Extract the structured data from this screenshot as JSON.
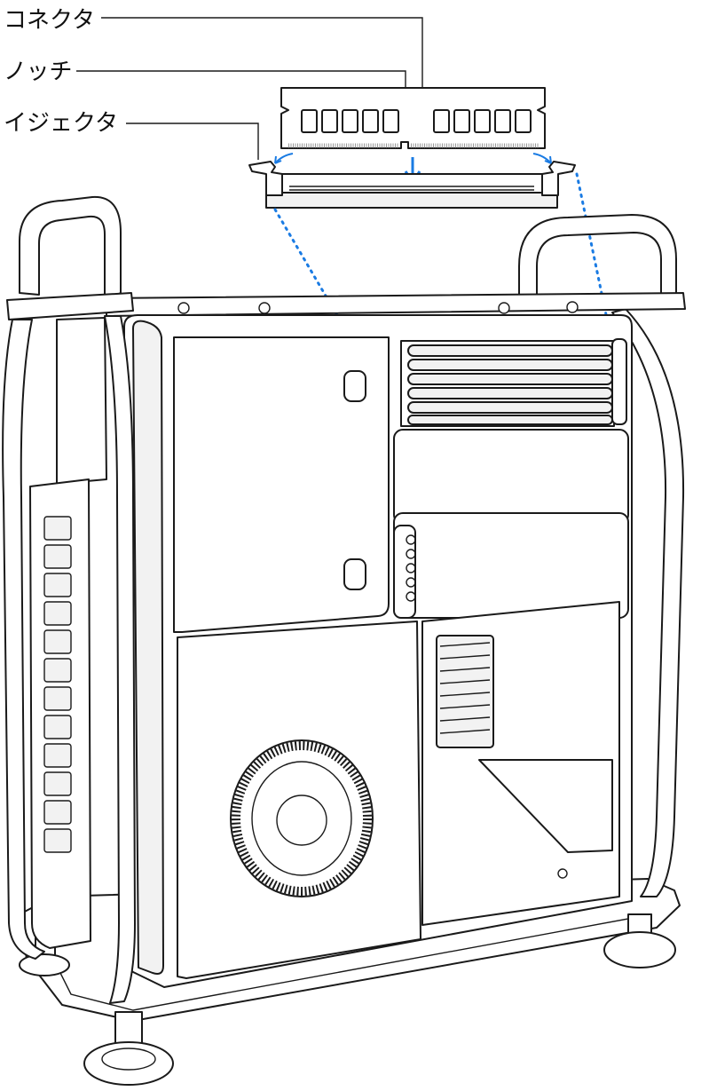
{
  "callouts": {
    "connector": "コネクタ",
    "notch": "ノッチ",
    "ejector": "イジェクタ"
  },
  "colors": {
    "accent": "#1a7be3",
    "line": "#1a1a1a",
    "background": "#ffffff"
  }
}
